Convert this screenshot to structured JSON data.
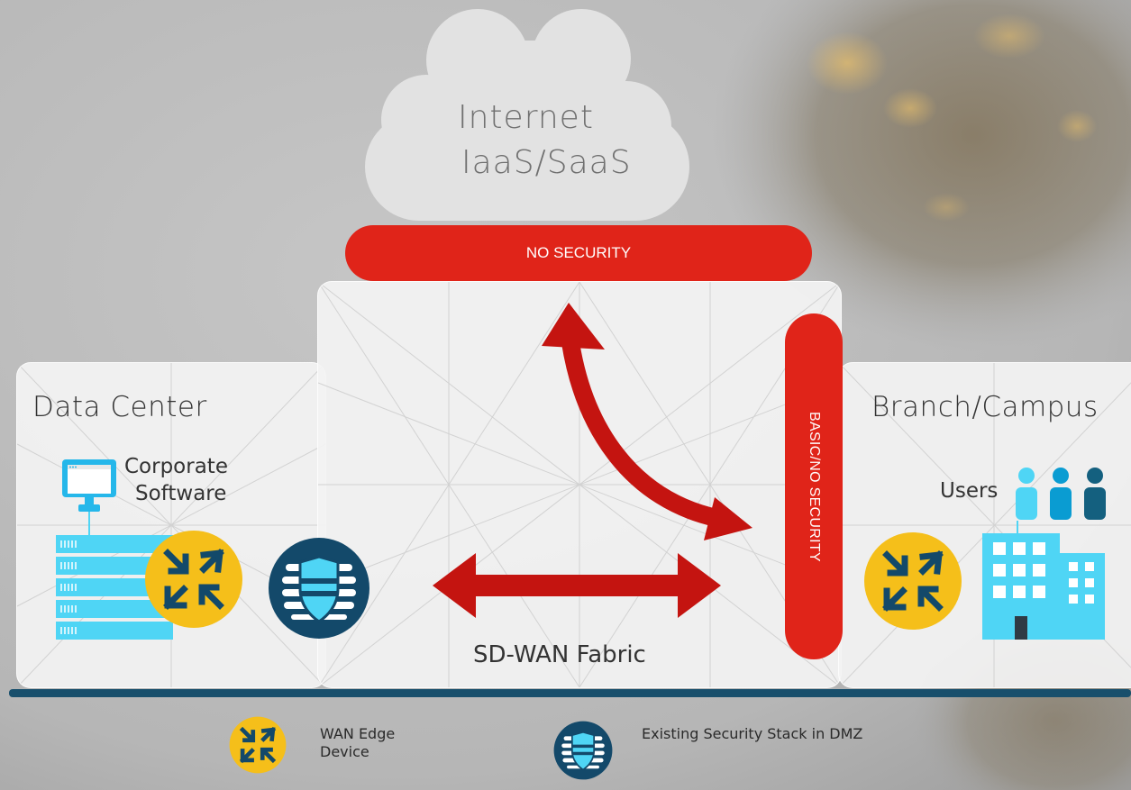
{
  "cloud": {
    "line1": "Internet",
    "line2": "IaaS/SaaS"
  },
  "internet_status": {
    "label": "NO SECURITY"
  },
  "branch_status": {
    "label": "BASIC/NO SECURITY"
  },
  "fabric": {
    "label": "SD-WAN Fabric"
  },
  "data_center": {
    "title": "Data Center",
    "app_label_line1": "Corporate",
    "app_label_line2": "Software"
  },
  "branch": {
    "title": "Branch/Campus",
    "users_label": "Users"
  },
  "legend": {
    "wan_edge_line1": "WAN Edge",
    "wan_edge_line2": "Device",
    "security_stack": "Existing Security Stack in DMZ"
  },
  "colors": {
    "red": "#e02419",
    "arrow_red": "#c41410",
    "wan_edge_yellow": "#f5bf1a",
    "security_navy": "#13496a",
    "light_blue": "#4fd5f5",
    "base_line": "#184f6c"
  },
  "icons": [
    "cloud-icon",
    "wan-edge-router-icon",
    "security-stack-shield-icon",
    "monitor-icon",
    "server-rack-icon",
    "building-icon",
    "users-icon",
    "double-headed-arrow-icon"
  ]
}
